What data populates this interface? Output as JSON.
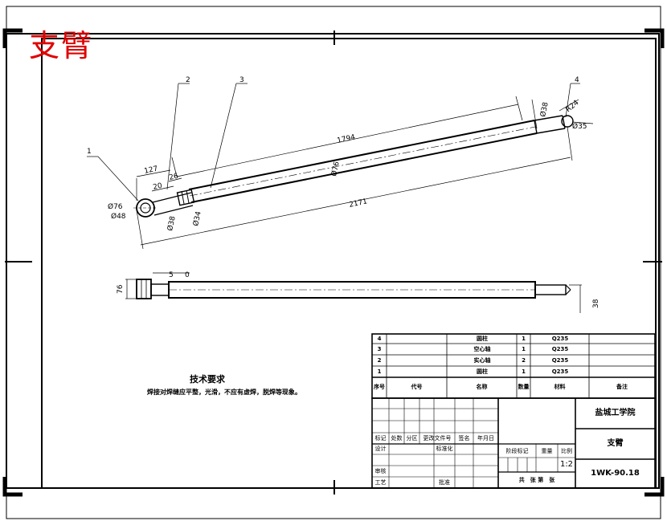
{
  "drawing_title": "支臂",
  "dimensions": {
    "d1794": "1794",
    "d2171": "2171",
    "d127": "127",
    "d20": "20",
    "d26": "26",
    "phi76": "Ø76",
    "phi48": "Ø48",
    "phi38_left": "Ø38",
    "phi34": "Ø34",
    "phi76_mid": "Ø76",
    "phi38_right": "Ø38",
    "r24": "R24",
    "phi35": "Ø35",
    "side_76": "76",
    "side_38": "38",
    "side_5": "5",
    "side_0": "0"
  },
  "callouts": [
    "1",
    "2",
    "3",
    "4"
  ],
  "technical_requirements": {
    "title": "技术要求",
    "text": "焊接对焊缝应平整，光滑，不应有虚焊，脱焊等现象。"
  },
  "parts_list": {
    "rows": [
      {
        "no": "4",
        "code": "",
        "name": "圆柱",
        "qty": "1",
        "material": "Q235",
        "note": ""
      },
      {
        "no": "3",
        "code": "",
        "name": "空心轴",
        "qty": "1",
        "material": "Q235",
        "note": ""
      },
      {
        "no": "2",
        "code": "",
        "name": "实心轴",
        "qty": "2",
        "material": "Q235",
        "note": ""
      },
      {
        "no": "1",
        "code": "",
        "name": "圆柱",
        "qty": "1",
        "material": "Q235",
        "note": ""
      }
    ],
    "header": {
      "no": "序号",
      "code": "代号",
      "name": "名称",
      "qty": "数量",
      "material": "材料",
      "note": "备注"
    }
  },
  "title_block": {
    "school": "盐城工学院",
    "part_name": "支臂",
    "drawing_no": "1WK-90.18",
    "scale": "1:2",
    "labels": {
      "mark": "标记",
      "count": "处数",
      "zone": "分区",
      "change_doc": "更改文件号",
      "signature": "签名",
      "date": "年月日",
      "design": "设计",
      "standardization": "标准化",
      "review": "审核",
      "process": "工艺",
      "approve": "批准",
      "stage_mark": "阶段标记",
      "weight": "重量",
      "scale_label": "比例",
      "sheets": "共　张 第　张"
    }
  }
}
